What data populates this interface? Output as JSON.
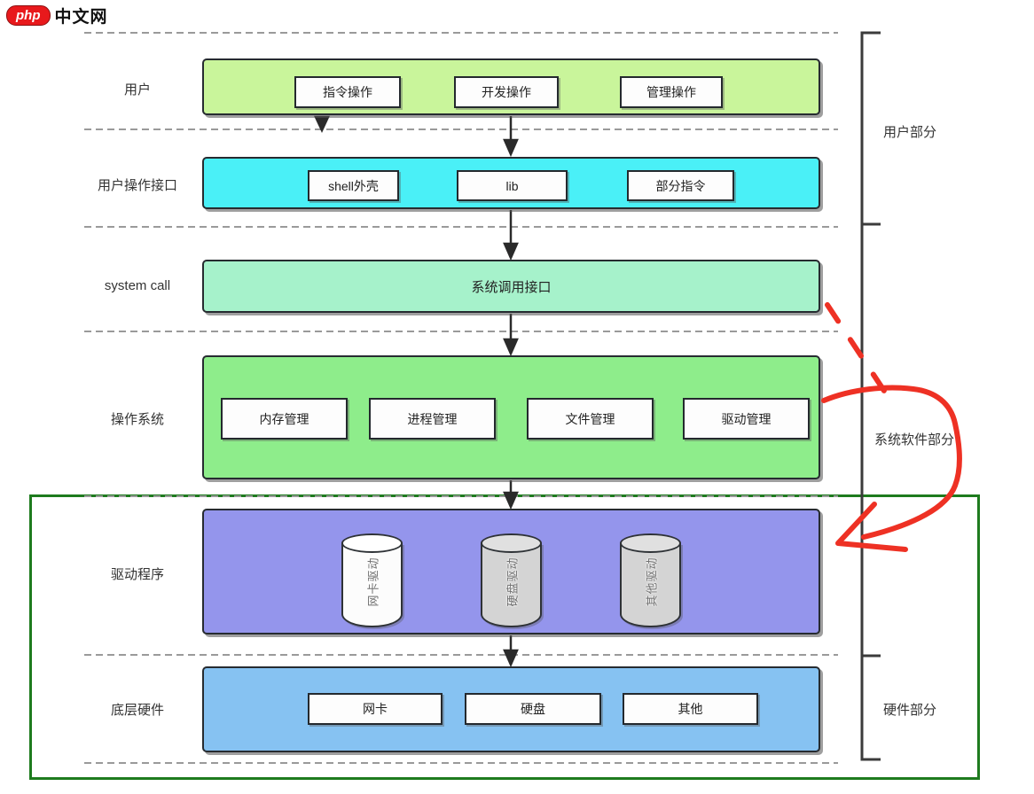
{
  "logo": {
    "brand": "php",
    "site": "中文网"
  },
  "layers": [
    {
      "label": "用户",
      "items": [
        "指令操作",
        "开发操作",
        "管理操作"
      ]
    },
    {
      "label": "用户操作接口",
      "items": [
        "shell外壳",
        "lib",
        "部分指令"
      ]
    },
    {
      "label": "system call",
      "center_text": "系统调用接口"
    },
    {
      "label": "操作系统",
      "items": [
        "内存管理",
        "进程管理",
        "文件管理",
        "驱动管理"
      ]
    },
    {
      "label": "驱动程序",
      "cylinders": [
        "网卡驱动",
        "硬盘驱动",
        "其他驱动"
      ]
    },
    {
      "label": "底层硬件",
      "items": [
        "网卡",
        "硬盘",
        "其他"
      ]
    }
  ],
  "sections": [
    {
      "label": "用户部分"
    },
    {
      "label": "系统软件部分"
    },
    {
      "label": "硬件部分"
    }
  ],
  "colors": {
    "user_layer": "#c9f59b",
    "interface_layer": "#4af0f7",
    "syscall_layer": "#a6f2cb",
    "os_layer": "#8eed8b",
    "driver_layer": "#9495ec",
    "hardware_layer": "#86c2f2",
    "green_frame": "#1e7b1e",
    "red_annotation": "#ee3124",
    "logo_red": "#e8191c"
  }
}
